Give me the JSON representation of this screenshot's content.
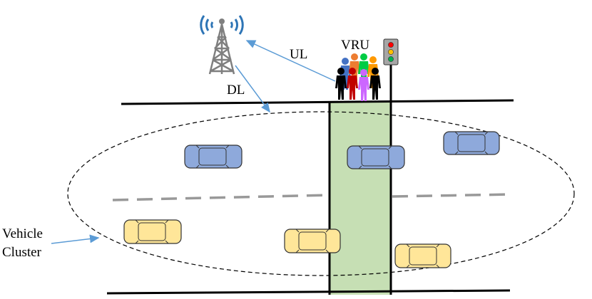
{
  "labels": {
    "uplink": "UL",
    "downlink": "DL",
    "vru": "VRU",
    "cluster_line1": "Vehicle",
    "cluster_line2": "Cluster"
  },
  "colors": {
    "road_line": "#000000",
    "lane_divider": "#999999",
    "crosswalk_fill": "#c6dfb4",
    "car_blue": "#8ea9db",
    "car_yellow": "#ffe699",
    "car_outline": "#333333",
    "arrow": "#5b9bd5",
    "tower": "#7f7f7f",
    "signal_wave": "#2e75b6",
    "traffic_light_body": "#a6a6a6",
    "light_red": "#ff0000",
    "light_yellow": "#ffc000",
    "light_green": "#00b050",
    "person_colors": [
      "#4472c4",
      "#ed7d31",
      "#00cc44",
      "#c00000",
      "#ff4040",
      "#cc66ff",
      "#ff9900",
      "#000000"
    ]
  },
  "icons": {
    "tower": "cell-tower-icon",
    "traffic_light": "traffic-light-icon",
    "pedestrians": "pedestrian-group-icon",
    "car": "car-icon"
  }
}
